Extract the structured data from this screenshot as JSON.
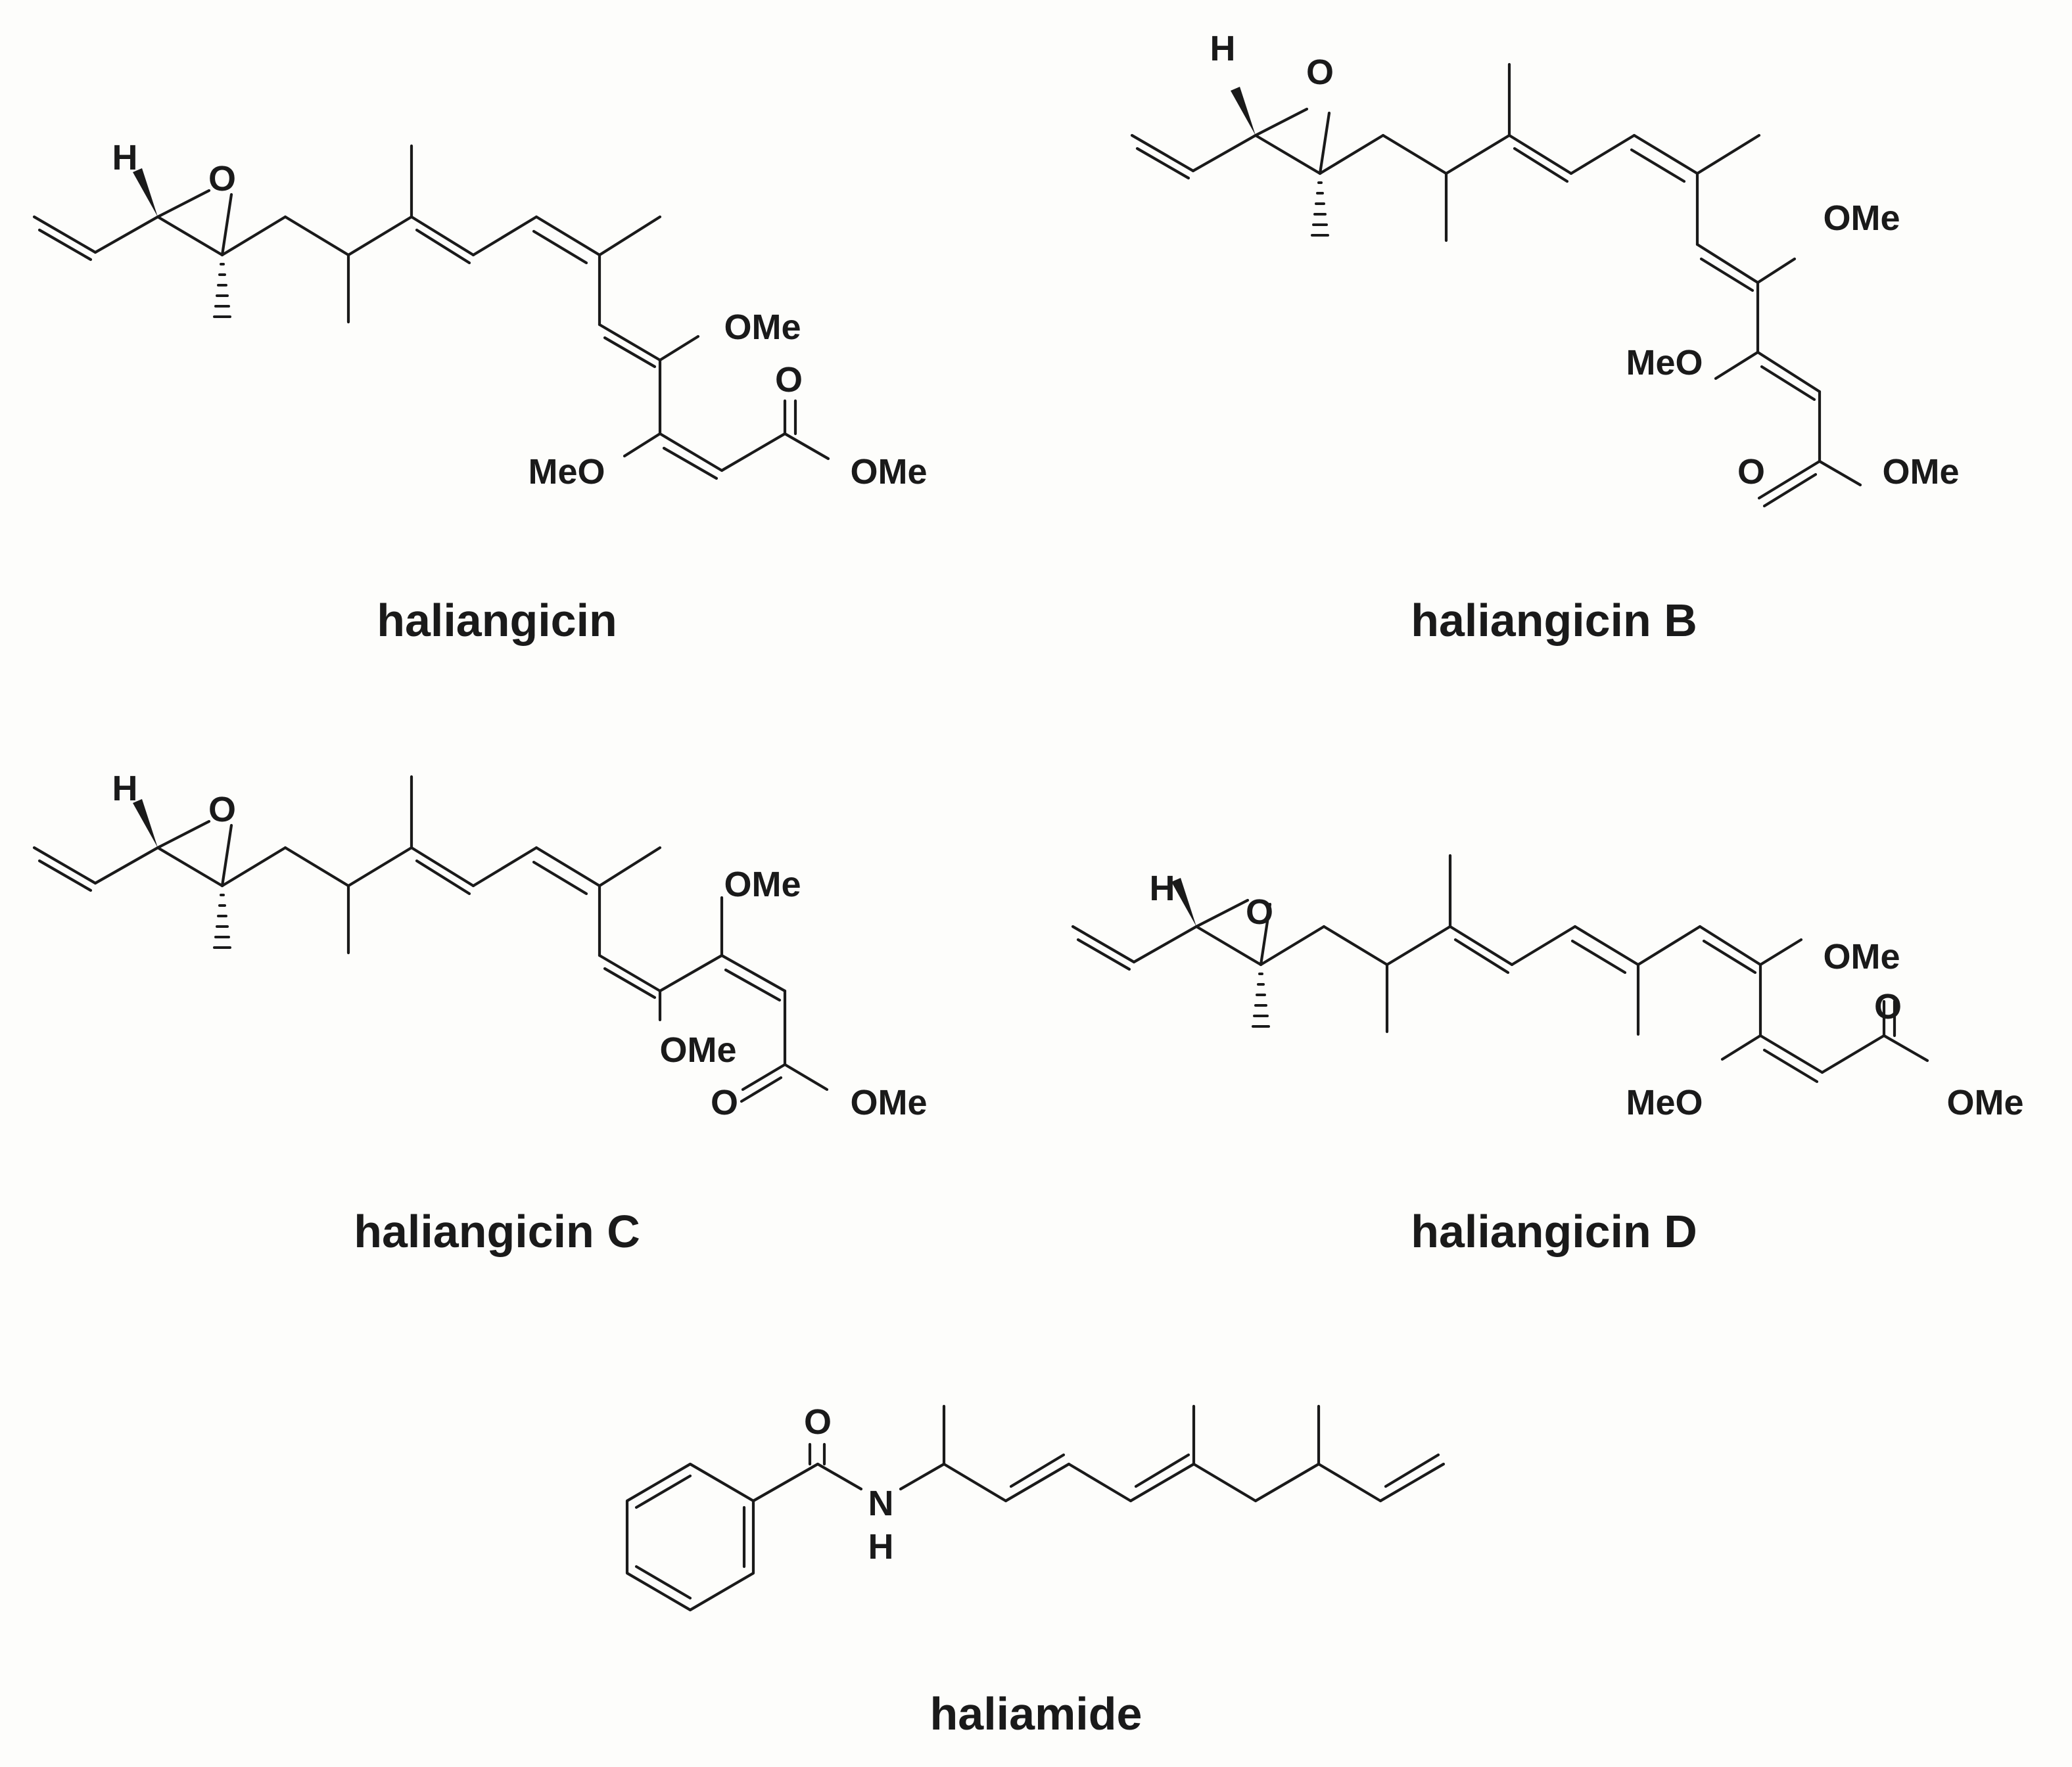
{
  "structures": [
    {
      "name": "haliangicin",
      "labels": {
        "H": "H",
        "O_epox": "O",
        "OMe_a": "OMe",
        "O_co": "O",
        "MeO": "MeO",
        "OMe_ester": "OMe"
      }
    },
    {
      "name": "haliangicin B",
      "labels": {
        "H": "H",
        "O_epox": "O",
        "OMe_a": "OMe",
        "MeO": "MeO",
        "O_co": "O",
        "OMe_ester": "OMe"
      }
    },
    {
      "name": "haliangicin C",
      "labels": {
        "H": "H",
        "O_epox": "O",
        "OMe_top": "OMe",
        "OMe_mid": "OMe",
        "O_co": "O",
        "OMe_ester": "OMe"
      }
    },
    {
      "name": "haliangicin D",
      "labels": {
        "H": "H",
        "O_epox": "O",
        "OMe_a": "OMe",
        "O_co": "O",
        "MeO": "MeO",
        "OMe_ester": "OMe"
      }
    },
    {
      "name": "haliamide",
      "labels": {
        "O_co": "O",
        "N": "N",
        "H": "H"
      }
    }
  ]
}
